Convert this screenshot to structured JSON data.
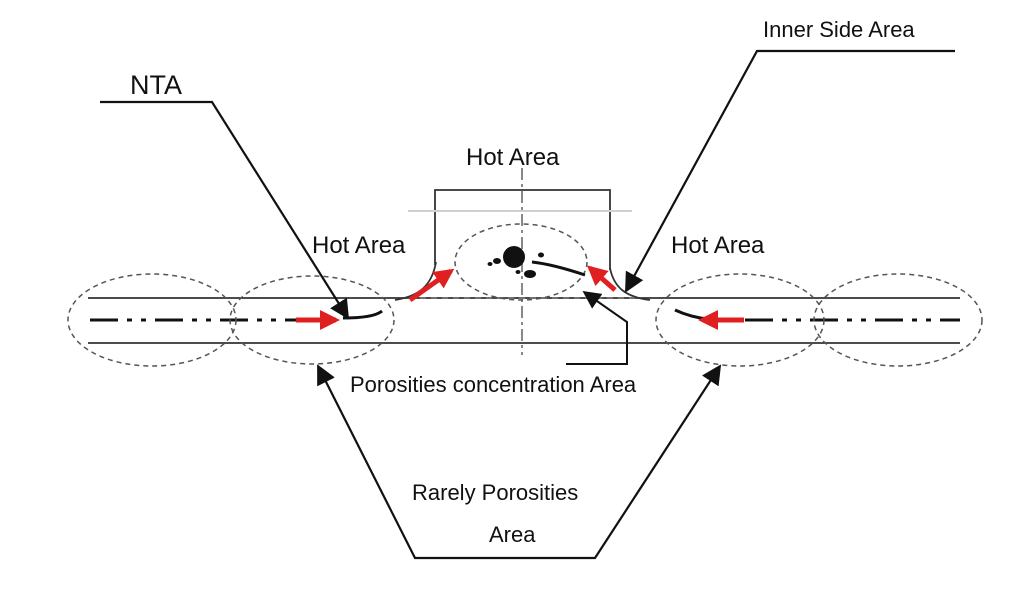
{
  "labels": {
    "nta": "NTA",
    "inner_side_area": "Inner Side Area",
    "hot_area_top": "Hot Area",
    "hot_area_left": "Hot Area",
    "hot_area_right": "Hot Area",
    "porosities_concentration": "Porosities concentration Area",
    "rarely_porosities_line1": "Rarely Porosities",
    "rarely_porosities_line2": "Area"
  },
  "colors": {
    "line": "#111111",
    "dashed": "#555555",
    "flow_arrow": "#e02020",
    "background": "#ffffff"
  }
}
